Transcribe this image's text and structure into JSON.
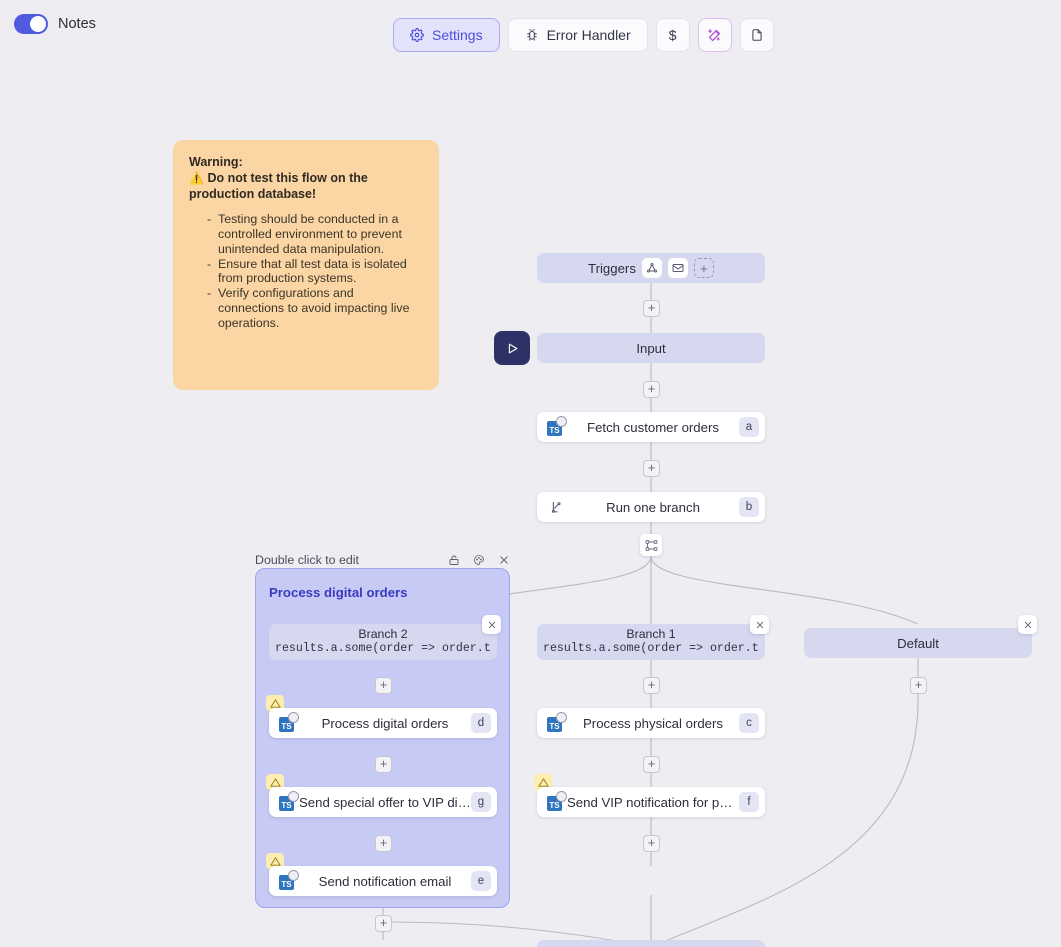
{
  "topbar": {
    "notes_label": "Notes",
    "notes_toggle_on": true,
    "buttons": [
      {
        "id": "settings",
        "label": "Settings",
        "icon": "gear-icon",
        "active": true
      },
      {
        "id": "error-handler",
        "label": "Error Handler",
        "icon": "bug-icon",
        "active": false
      },
      {
        "id": "cost",
        "label": "$",
        "icon": "dollar-icon",
        "active": false
      },
      {
        "id": "magic",
        "label": "",
        "icon": "magic-wand-icon",
        "active": false
      },
      {
        "id": "doc",
        "label": "",
        "icon": "file-icon",
        "active": false
      }
    ]
  },
  "note": {
    "heading_line1": "Warning:",
    "heading_emoji": "⚠️",
    "heading_line2": "Do not test this flow on the production database!",
    "bullets": [
      "Testing should be conducted in a controlled environment to prevent unintended data manipulation.",
      "Ensure that all test data is isolated from production systems.",
      "Verify configurations and connections to avoid impacting live operations."
    ],
    "bg_color": "#fbd6a4"
  },
  "flow": {
    "triggers": {
      "label": "Triggers",
      "chips": [
        "webhook-icon",
        "email-icon",
        "add-trigger-icon"
      ]
    },
    "input": {
      "label": "Input"
    },
    "run_button": {
      "icon": "play-icon"
    },
    "nodes": [
      {
        "id": "fetch",
        "label": "Fetch customer orders",
        "letter": "a",
        "icon": "typescript-icon",
        "warning": false
      },
      {
        "id": "runbranch",
        "label": "Run one branch",
        "letter": "b",
        "icon": "branch-icon",
        "warning": false
      },
      {
        "id": "process_physical",
        "label": "Process physical orders",
        "letter": "c",
        "icon": "typescript-icon",
        "warning": false
      },
      {
        "id": "vip_physical",
        "label": "Send VIP notification for physical...",
        "letter": "f",
        "icon": "typescript-icon",
        "warning": true
      },
      {
        "id": "process_digital",
        "label": "Process digital orders",
        "letter": "d",
        "icon": "typescript-icon",
        "warning": true
      },
      {
        "id": "vip_digital",
        "label": "Send special offer to VIP digital c...",
        "letter": "g",
        "icon": "typescript-icon",
        "warning": true
      },
      {
        "id": "notify_email",
        "label": "Send notification email",
        "letter": "e",
        "icon": "typescript-icon",
        "warning": true
      }
    ],
    "branches": [
      {
        "id": "branch2",
        "name": "Branch 2",
        "expr": "results.a.some(order => order.type"
      },
      {
        "id": "branch1",
        "name": "Branch 1",
        "expr": "results.a.some(order => order.type"
      },
      {
        "id": "default",
        "name": "Default",
        "expr": ""
      }
    ],
    "group": {
      "hint": "Double click to edit",
      "title": "Process digital orders",
      "header_icons": [
        "lock-icon",
        "palette-icon",
        "close-icon"
      ],
      "bg_color": "#c6caf5"
    },
    "plus_label": "+"
  }
}
